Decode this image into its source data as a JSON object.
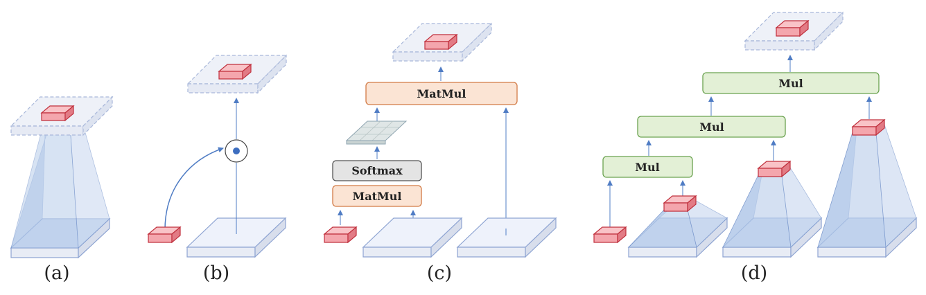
{
  "panels": {
    "a": {
      "caption": "(a)"
    },
    "b": {
      "caption": "(b)",
      "operator_symbol": "dot-product-circle"
    },
    "c": {
      "caption": "(c)",
      "top_op": "MatMul",
      "softmax": "Softmax",
      "bottom_op": "MatMul"
    },
    "d": {
      "caption": "(d)",
      "top_op": "Mul",
      "mid_op": "Mul",
      "low_op": "Mul"
    }
  },
  "colors": {
    "plate_fill": "#eef2fb",
    "plate_stroke": "#8ea4d2",
    "token_fill": "#f4a6ad",
    "token_stroke": "#c0303d",
    "receptive_field": "#b8cdeb",
    "arrow": "#4f7cc4",
    "matmul_fill": "#fbe4d4",
    "matmul_stroke": "#d27a45",
    "softmax_fill": "#e4e4e4",
    "softmax_stroke": "#555555",
    "mul_fill": "#e3f0d6",
    "mul_stroke": "#6aa24f"
  }
}
